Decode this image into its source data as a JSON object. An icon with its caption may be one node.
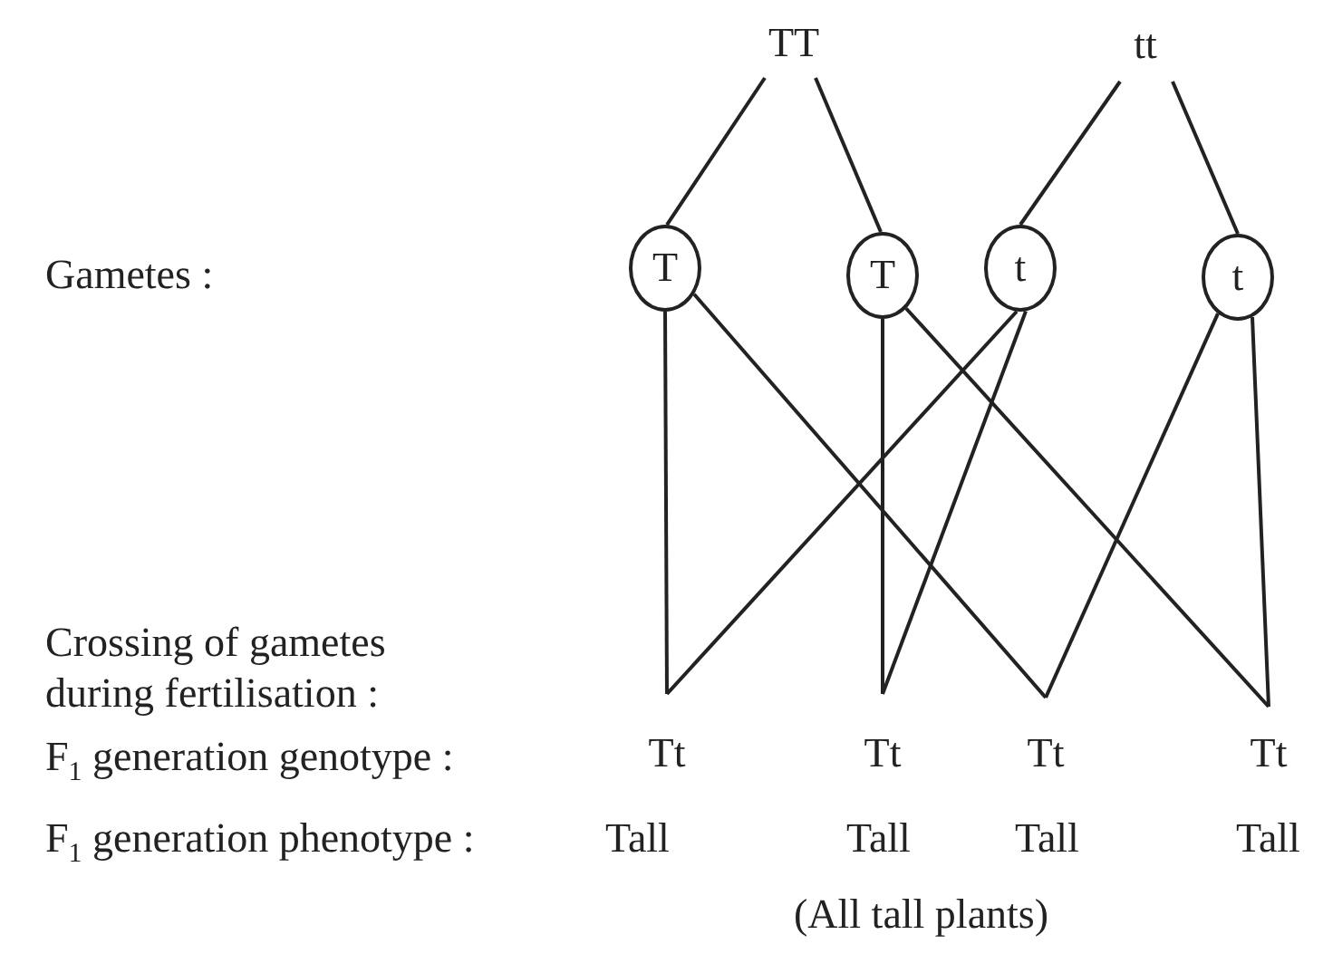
{
  "diagram": {
    "nodes": [
      {
        "text": [
          "TT"
        ]
      },
      {
        "text": [
          "tt"
        ]
      },
      {
        "text": [
          "T"
        ]
      },
      {
        "text": [
          "T"
        ]
      },
      {
        "text": [
          "t"
        ]
      },
      {
        "text": [
          "t"
        ]
      },
      {
        "text": [
          "Tt"
        ]
      },
      {
        "text": [
          "Tt"
        ]
      },
      {
        "text": [
          "Tt"
        ]
      },
      {
        "text": [
          "Tt"
        ]
      }
    ],
    "edges": [
      {
        "from": 0,
        "to": 2,
        "arrow": "none"
      },
      {
        "from": 0,
        "to": 3,
        "arrow": "none"
      },
      {
        "from": 1,
        "to": 4,
        "arrow": "none"
      },
      {
        "from": 1,
        "to": 5,
        "arrow": "none"
      },
      {
        "from": 2,
        "to": 6,
        "arrow": "none"
      },
      {
        "from": 2,
        "to": 8,
        "arrow": "none"
      },
      {
        "from": 3,
        "to": 7,
        "arrow": "none"
      },
      {
        "from": 3,
        "to": 9,
        "arrow": "none"
      },
      {
        "from": 4,
        "to": 6,
        "arrow": "none"
      },
      {
        "from": 4,
        "to": 7,
        "arrow": "none"
      },
      {
        "from": 5,
        "to": 8,
        "arrow": "none"
      },
      {
        "from": 5,
        "to": 9,
        "arrow": "none"
      }
    ],
    "labels": [
      "Gametes :",
      "Crossing of gametes during fertilisation :",
      "F$_{1}$ generation genotype :",
      "F$_{1}$ generation phenotype :",
      "Tall",
      "Tall",
      "Tall",
      "Tall",
      "(All tall plants)"
    ]
  }
}
